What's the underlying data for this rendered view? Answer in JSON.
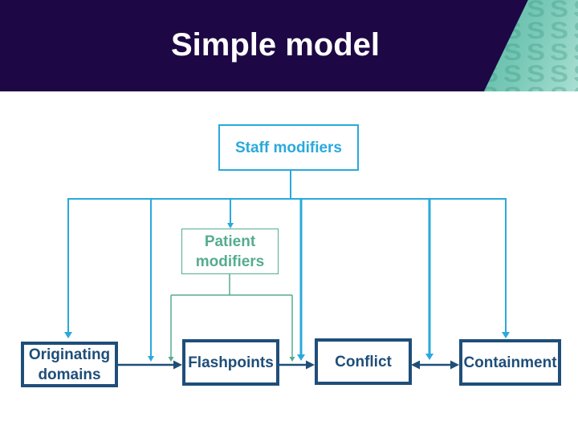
{
  "slide": {
    "title": "Simple model"
  },
  "colors": {
    "header_purple": "#1D0845",
    "accent_blue": "#29A9DC",
    "accent_green": "#55AC90",
    "navy": "#1F4E79",
    "teal_dark": "#57B8A5",
    "teal_light": "#A6DCCF",
    "background": "#FFFFFF"
  },
  "diagram": {
    "nodes": [
      {
        "id": "staff-modifiers",
        "label": "Staff modifiers",
        "style": "blue"
      },
      {
        "id": "patient-modifiers",
        "label": "Patient modifiers",
        "style": "green"
      },
      {
        "id": "originating-domains",
        "label": "Originating domains",
        "style": "navy"
      },
      {
        "id": "flashpoints",
        "label": "Flashpoints",
        "style": "navy"
      },
      {
        "id": "conflict",
        "label": "Conflict",
        "style": "navy"
      },
      {
        "id": "containment",
        "label": "Containment",
        "style": "navy"
      }
    ],
    "edges": [
      {
        "from": "staff-modifiers",
        "to": "originating-domains",
        "type": "arrow-down"
      },
      {
        "from": "staff-modifiers",
        "to": "patient-modifiers",
        "type": "arrow-down"
      },
      {
        "from": "staff-modifiers",
        "to": "originating-flashpoints-link",
        "type": "arrow-down"
      },
      {
        "from": "staff-modifiers",
        "to": "flashpoints-conflict-link",
        "type": "arrow-down"
      },
      {
        "from": "staff-modifiers",
        "to": "conflict-containment-link",
        "type": "arrow-down"
      },
      {
        "from": "staff-modifiers",
        "to": "containment",
        "type": "arrow-down"
      },
      {
        "from": "patient-modifiers",
        "to": "originating-flashpoints-link",
        "type": "arrow-down"
      },
      {
        "from": "patient-modifiers",
        "to": "flashpoints-conflict-link",
        "type": "arrow-down"
      },
      {
        "from": "originating-domains",
        "to": "flashpoints",
        "type": "arrow-right"
      },
      {
        "from": "flashpoints",
        "to": "conflict",
        "type": "arrow-right"
      },
      {
        "from": "conflict",
        "to": "containment",
        "type": "arrow-both"
      }
    ]
  }
}
